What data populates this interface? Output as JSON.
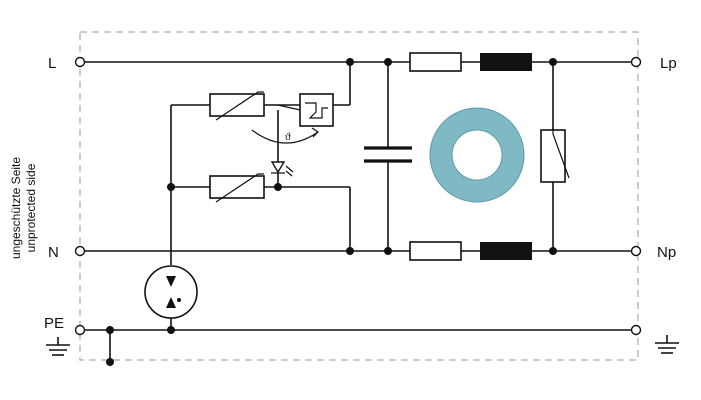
{
  "terminals_left": {
    "line": "L",
    "neutral": "N",
    "earth": "PE"
  },
  "terminals_right": {
    "line": "Lp",
    "neutral": "Np"
  },
  "side_label": {
    "line1": "ungeschützte Seite",
    "line2": "unprotected side"
  },
  "colors": {
    "wire": "#111111",
    "housing_dash": "#aaaaaa",
    "toroid_core": "#7fb9c4",
    "choke": "#111111"
  },
  "icons": [
    "earth-ground-icon",
    "varistor-icon",
    "thermal-disconnect-icon",
    "status-led-icon",
    "gas-discharge-tube-icon",
    "capacitor-icon",
    "toroid-core-icon",
    "resistor-icon",
    "choke-icon"
  ]
}
